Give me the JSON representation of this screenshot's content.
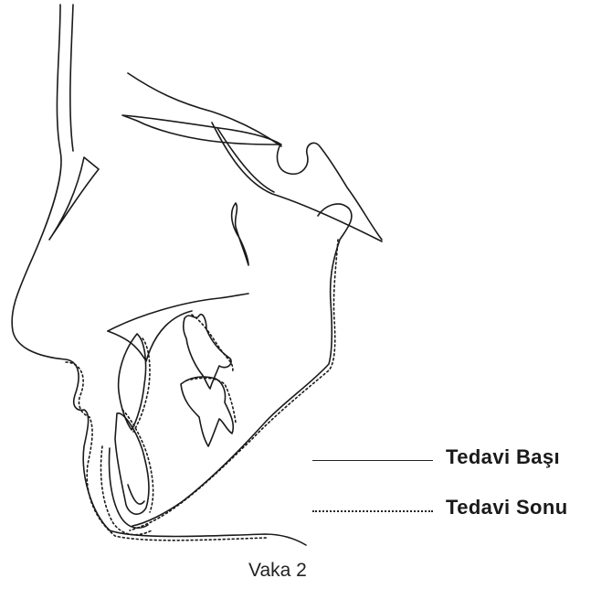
{
  "legend": {
    "before_label": "Tedavi Başı",
    "after_label": "Tedavi Sonu"
  },
  "caption": "Vaka 2",
  "colors": {
    "line": "#1a1a1a",
    "background": "#ffffff"
  }
}
